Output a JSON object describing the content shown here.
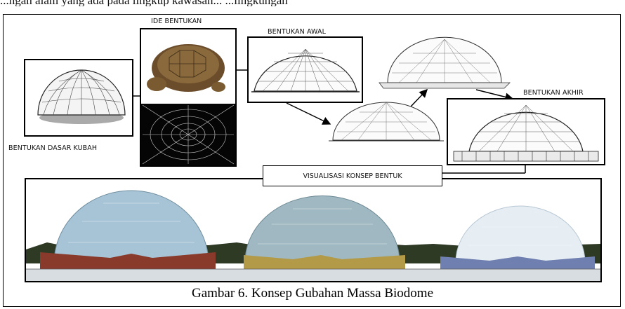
{
  "header_cut_text": "...ngan alam yang ada pada lingkup kawasan... ...lingkungan",
  "labels": {
    "ide_bentukan": "IDE BENTUKAN",
    "bentukan_awal": "BENTUKAN AWAL",
    "bentukan_akhir": "BENTUKAN AKHIR",
    "bentukan_dasar": "BENTUKAN DASAR KUBAH",
    "visualisasi": "VISUALISASI KONSEP BENTUK"
  },
  "caption": "Gambar 6. Konsep Gubahan Massa Biodome"
}
